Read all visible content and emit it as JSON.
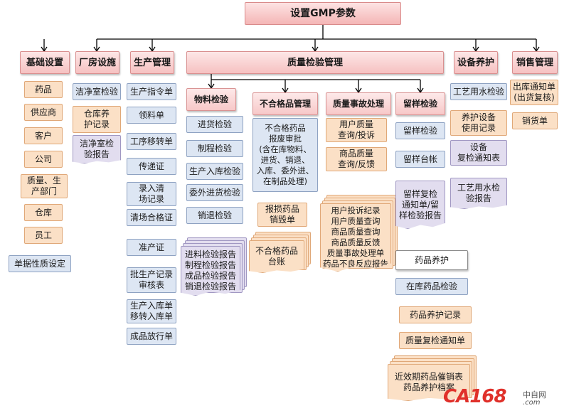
{
  "root": {
    "label": "设置GMP参数"
  },
  "modules": {
    "basic": {
      "title": "基础设置",
      "items": [
        "药品",
        "供应商",
        "客户",
        "公司",
        "质量、生\n产部门",
        "仓库",
        "员工",
        "单据性质设定"
      ]
    },
    "facility": {
      "title": "厂房设施",
      "items": [
        "洁净室检验",
        "仓库养\n护记录",
        "洁净室检\n验报告"
      ]
    },
    "production": {
      "title": "生产管理",
      "items": [
        "生产指令单",
        "领料单",
        "工序移转单",
        "传递证",
        "录入清\n场记录",
        "清场合格证",
        "准产证",
        "批生产记录\n审核表",
        "生产入库单\n移转入库单",
        "成品放行单"
      ]
    },
    "quality": {
      "title": "质量检验管理",
      "material": {
        "title": "物料检验",
        "items": [
          "进货检验",
          "制程检验",
          "生产入库检验",
          "委外进货检验",
          "销退检验"
        ],
        "reports": "进料检验报告\n制程检验报告\n成品检验报告\n销退检验报告"
      },
      "nonconform": {
        "title": "不合格品管理",
        "approval": "不合格药品\n报废审批\n(含在库物料、\n进货、销退、\n入库、委外进、\n在制品处理)",
        "scrap": "报损药品\n销毁单",
        "ledger": "不合格药品\n台账"
      },
      "incident": {
        "title": "质量事故处理",
        "items": [
          "用户质量\n查询/投诉",
          "商品质量\n查询/反馈"
        ],
        "reports": "用户投诉纪录\n用户质量查询\n商品质量查询\n商品质量反馈\n质量事故处理单\n药品不良反应报告"
      },
      "retention": {
        "title": "留样检验",
        "items": [
          "留样检验",
          "留样台帐"
        ],
        "recheck": "留样复检\n通知单/留\n样检验报告"
      },
      "care": {
        "title": "药品养护",
        "items": [
          "在库药品检验",
          "药品养护记录",
          "质量复检通知单"
        ],
        "reports": "近效期药品催销表\n药品养护档案"
      }
    },
    "equipment": {
      "title": "设备养护",
      "items": [
        "工艺用水检验",
        "养护设备\n使用记录",
        "设备\n复检通知表",
        "工艺用水检\n验报告"
      ]
    },
    "sales": {
      "title": "销售管理",
      "items": [
        "出库通知单\n(出货复核)",
        "销货单"
      ]
    }
  },
  "watermark": {
    "logo": "CA168",
    "cn": "中自网",
    "url": ".com"
  }
}
